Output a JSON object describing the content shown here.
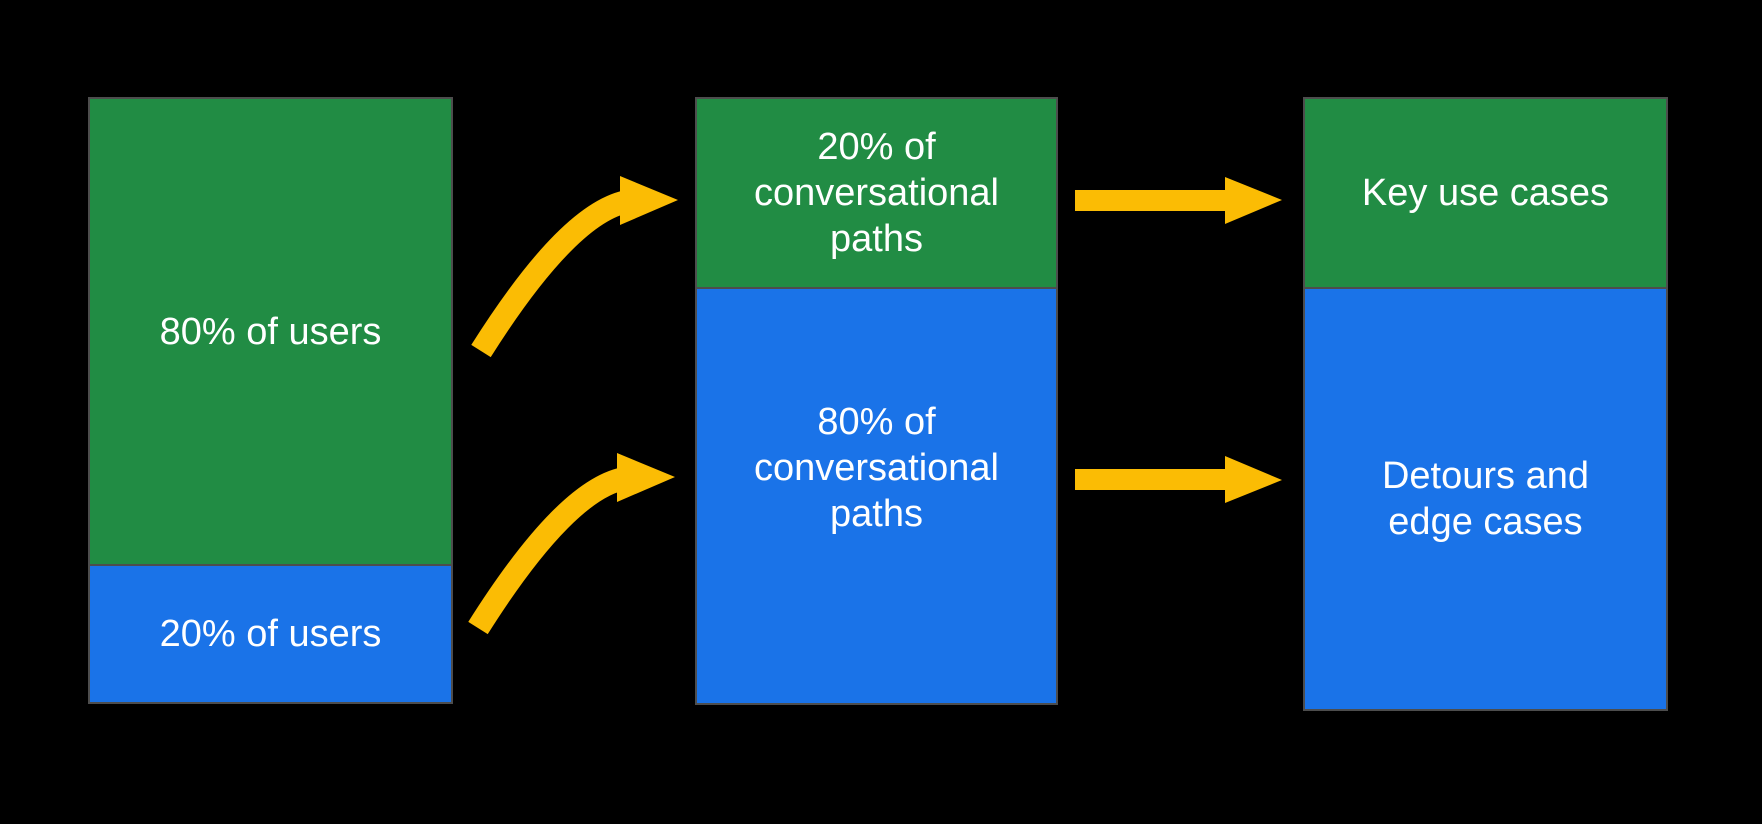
{
  "colors": {
    "background": "#000000",
    "green": "#218c44",
    "blue": "#1a73e8",
    "arrow": "#fbbc04",
    "border": "#4d4d4d",
    "text": "#ffffff"
  },
  "columns": [
    {
      "name": "users",
      "segments": [
        {
          "label": "80% of users",
          "color": "green",
          "share": "80%"
        },
        {
          "label": "20% of users",
          "color": "blue",
          "share": "20%"
        }
      ]
    },
    {
      "name": "conversational-paths",
      "segments": [
        {
          "label": "20% of\nconversational\npaths",
          "color": "green",
          "share": "20%"
        },
        {
          "label": "80% of\nconversational\npaths",
          "color": "blue",
          "share": "80%"
        }
      ]
    },
    {
      "name": "use-cases",
      "segments": [
        {
          "label": "Key use cases",
          "color": "green"
        },
        {
          "label": "Detours and\nedge cases",
          "color": "blue"
        }
      ]
    }
  ],
  "arrows": [
    {
      "name": "users-80-to-20-of-paths",
      "type": "curved"
    },
    {
      "name": "users-20-to-80-of-paths",
      "type": "curved"
    },
    {
      "name": "20-of-paths-to-key-use-cases",
      "type": "straight"
    },
    {
      "name": "80-of-paths-to-detours-edge-cases",
      "type": "straight"
    }
  ]
}
